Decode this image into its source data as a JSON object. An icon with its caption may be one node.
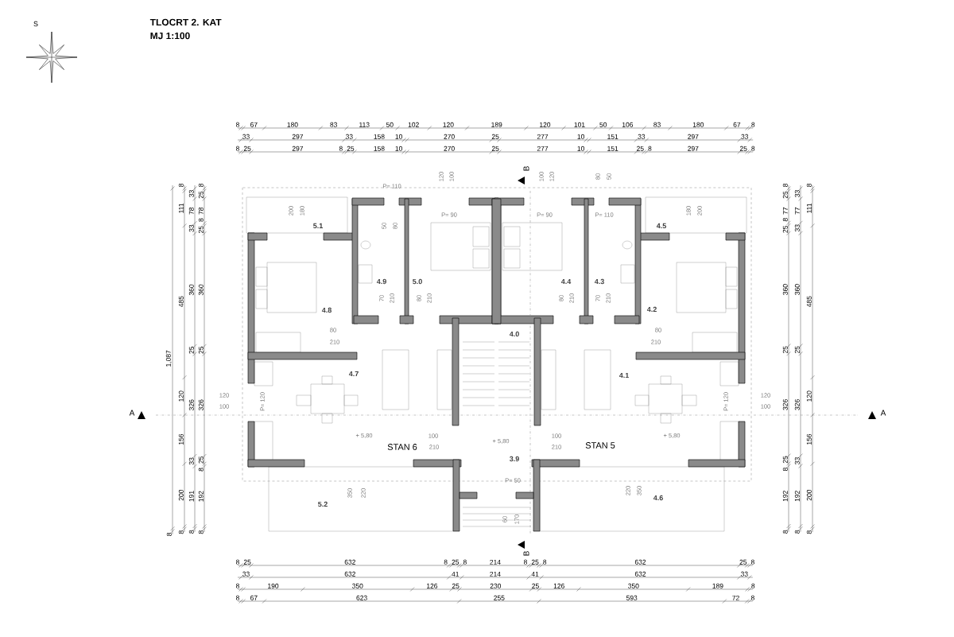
{
  "diagram": {
    "title": "TLOCRT 2. KAT",
    "labels": [
      "MJ 1:100",
      "S",
      "8",
      "67",
      "180",
      "83",
      "113",
      "50",
      "102",
      "120",
      "189",
      "120",
      "101",
      "50",
      "106",
      "83",
      "180",
      "67",
      "8",
      "33",
      "297",
      "33",
      "158",
      "10",
      "270",
      "25",
      "277",
      "10",
      "151",
      "33",
      "297",
      "33",
      "8",
      "25",
      "297",
      "8",
      "25",
      "158",
      "10",
      "270",
      "25",
      "277",
      "10",
      "151",
      "25",
      "8",
      "297",
      "25",
      "8",
      "1,087",
      "8",
      "8",
      "111",
      "485",
      "120",
      "156",
      "200",
      "8",
      "33",
      "78",
      "33",
      "360",
      "25",
      "326",
      "33",
      "191",
      "8",
      "8",
      "25",
      "78",
      "8",
      "25",
      "360",
      "25",
      "326",
      "25",
      "8",
      "192",
      "8",
      "B",
      "P= 110",
      "120",
      "100",
      "100",
      "120",
      "80",
      "50",
      "200",
      "180",
      "P= 90",
      "P= 90",
      "P= 110",
      "180",
      "200",
      "5.1",
      "50",
      "80",
      "4.5",
      "4.9",
      "5.0",
      "4.4",
      "4.3",
      "70",
      "210",
      "80",
      "210",
      "80",
      "210",
      "70",
      "210",
      "4.8",
      "4.2",
      "80",
      "4.0",
      "80",
      "210",
      "210",
      "4.7",
      "4.1",
      "120",
      "120",
      "P= 120",
      "P= 120",
      "100",
      "100",
      "A",
      "A",
      "+ 5,80",
      "100",
      "+ 5,80",
      "100",
      "+ 5,80",
      "STAN 6",
      "210",
      "210",
      "STAN 5",
      "3.9",
      "P= 50",
      "350",
      "220",
      "220",
      "350",
      "4.6",
      "5.2",
      "60",
      "170",
      "B",
      "8",
      "25",
      "77",
      "8",
      "25",
      "360",
      "25",
      "326",
      "25",
      "8",
      "192",
      "8",
      "33",
      "77",
      "33",
      "360",
      "25",
      "326",
      "33",
      "192",
      "8",
      "8",
      "111",
      "485",
      "120",
      "156",
      "200",
      "8",
      "8",
      "25",
      "632",
      "8",
      "25",
      "8",
      "214",
      "8",
      "25",
      "8",
      "632",
      "25",
      "8",
      "33",
      "632",
      "41",
      "214",
      "41",
      "632",
      "33",
      "8",
      "190",
      "350",
      "126",
      "25",
      "230",
      "25",
      "126",
      "350",
      "189",
      "8",
      "8",
      "67",
      "623",
      "255",
      "593",
      "72",
      "8"
    ]
  }
}
